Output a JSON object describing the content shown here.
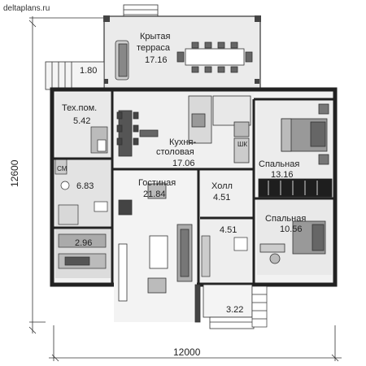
{
  "watermark": "deltaplans.ru",
  "dimensions": {
    "width_total": "12000",
    "height_total": "12600"
  },
  "rooms": [
    {
      "id": "terrace",
      "name_line1": "Крытая",
      "name_line2": "терраса",
      "area": "17.16"
    },
    {
      "id": "porch_top",
      "area": "1.80"
    },
    {
      "id": "tech",
      "name_line1": "Тех.пом.",
      "area": "5.42"
    },
    {
      "id": "kitchen",
      "name_line1": "Кухня-",
      "name_line2": "столовая",
      "area": "17.06"
    },
    {
      "id": "bedroom1",
      "name_line1": "Спальная",
      "area": "13.16"
    },
    {
      "id": "bath",
      "area": "6.83"
    },
    {
      "id": "living",
      "name_line1": "Гостиная",
      "area": "21.84"
    },
    {
      "id": "hall",
      "name_line1": "Холл",
      "area": "4.51"
    },
    {
      "id": "corridor",
      "area": "4.51"
    },
    {
      "id": "bedroom2",
      "name_line1": "Спальная",
      "area": "10.56"
    },
    {
      "id": "sauna",
      "area": "2.96"
    },
    {
      "id": "porch_bottom",
      "area": "3.22"
    }
  ],
  "labels": {
    "shk": "ШК",
    "sm": "СМ"
  }
}
